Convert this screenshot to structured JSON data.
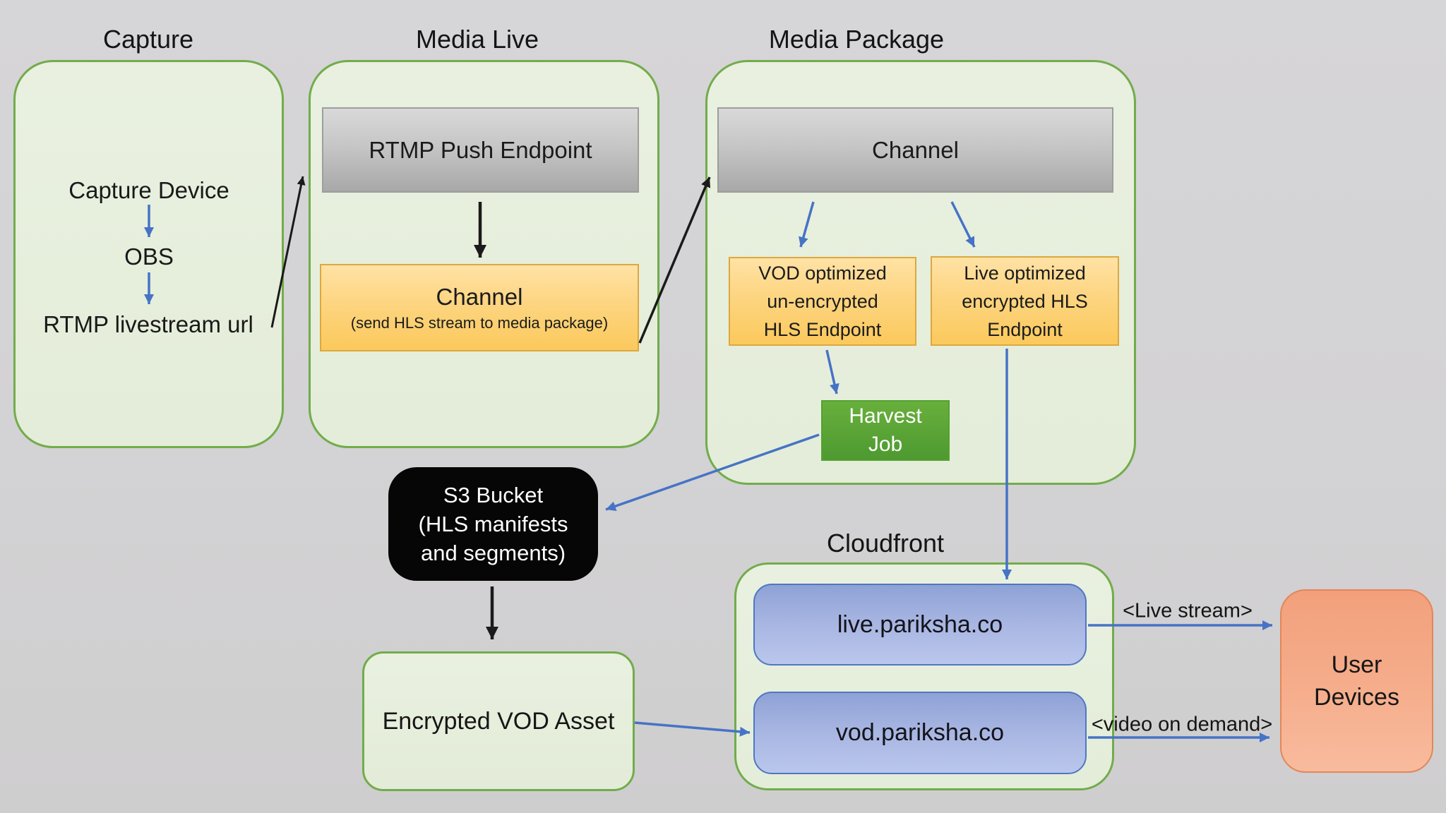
{
  "titles": {
    "capture": "Capture",
    "media_live": "Media Live",
    "media_package": "Media Package",
    "cloudfront": "Cloudfront"
  },
  "capture": {
    "device": "Capture Device",
    "obs": "OBS",
    "rtmp_url": "RTMP livestream url"
  },
  "media_live": {
    "rtmp_push": "RTMP Push Endpoint",
    "channel": "Channel",
    "channel_caption": "(send HLS stream to media package)"
  },
  "media_package": {
    "channel": "Channel",
    "vod_endpoint_lines": [
      "VOD optimized",
      "un-encrypted",
      "HLS Endpoint"
    ],
    "live_endpoint_lines": [
      "Live optimized",
      "encrypted HLS",
      "Endpoint"
    ],
    "harvest_lines": [
      "Harvest",
      "Job"
    ]
  },
  "s3": {
    "lines": [
      "S3 Bucket",
      "(HLS manifests",
      "and segments)"
    ]
  },
  "encrypted_vod": {
    "label": "Encrypted VOD Asset"
  },
  "cloudfront": {
    "live_domain": "live.pariksha.co",
    "vod_domain": "vod.pariksha.co"
  },
  "user_devices": {
    "lines": [
      "User",
      "Devices"
    ]
  },
  "edge_labels": {
    "live_stream": "<Live stream>",
    "video_on_demand": "<video on demand>"
  },
  "colors": {
    "background": "#d3d2d4",
    "group_fill": "#e6eedc",
    "group_border": "#72ac4b",
    "gray_box_top": "#d9d9d9",
    "gray_box_bottom": "#a8a8a8",
    "orange_box_top": "#ffe2a5",
    "orange_box_bottom": "#fbc95c",
    "orange_border": "#dda83e",
    "harvest_green_top": "#68af3c",
    "harvest_green_bottom": "#4e9a31",
    "s3_black": "#060606",
    "domain_blue_top": "#8fa2d6",
    "domain_blue_bottom": "#bac6ec",
    "domain_blue_border": "#4d78c2",
    "user_salmon": "#f5ac8a",
    "user_border": "#e2875b",
    "arrow_blue": "#4673c6",
    "arrow_black": "#1a1a1a"
  }
}
